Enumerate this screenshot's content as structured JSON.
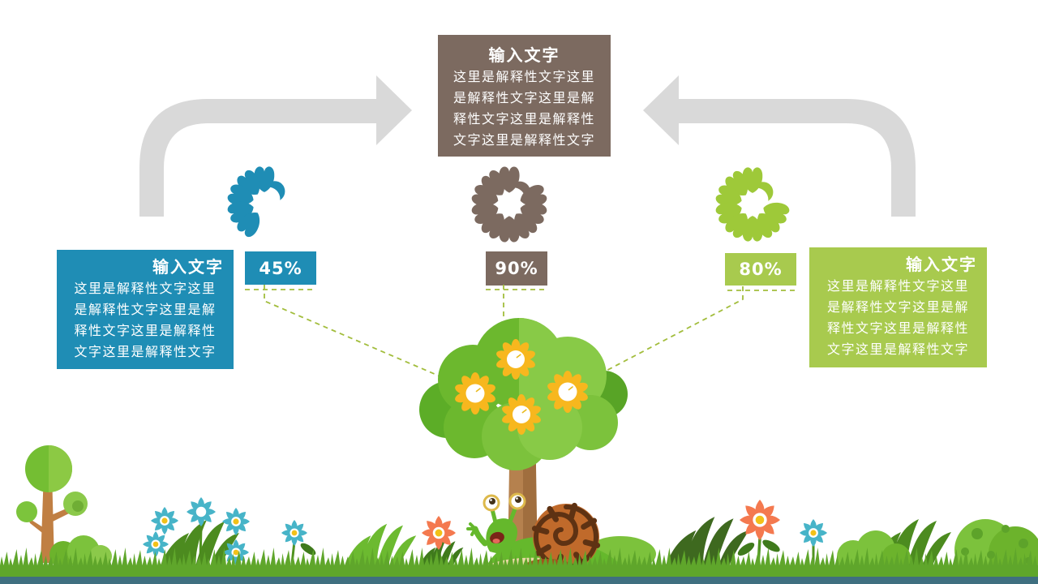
{
  "boxes": {
    "top": {
      "title": "输入文字",
      "bg": "#7C6A60",
      "lines": [
        "这里是解释性文字这里",
        "是解释性文字这里是解",
        "释性文字这里是解释性",
        "文字这里是解释性文字"
      ]
    },
    "left": {
      "title": "输入文字",
      "bg": "#1F8DB5",
      "lines": [
        "这里是解释性文字这里",
        "是解释性文字这里是解",
        "释性文字这里是解释性",
        "文字这里是解释性文字"
      ]
    },
    "right": {
      "title": "输入文字",
      "bg": "#A8CA4E",
      "lines": [
        "这里是解释性文字这里",
        "是解释性文字这里是解",
        "释性文字这里是解释性",
        "文字这里是解释性文字"
      ]
    }
  },
  "metrics": [
    {
      "position": "left",
      "value": "45%",
      "pct": 45,
      "color": "#1F8DB5",
      "icon": "flower-gauge-icon"
    },
    {
      "position": "center",
      "value": "90%",
      "pct": 90,
      "color": "#7C6A60",
      "icon": "flower-gauge-icon"
    },
    {
      "position": "right",
      "value": "80%",
      "pct": 80,
      "color": "#9EC939",
      "icon": "flower-gauge-icon"
    }
  ],
  "icons": {
    "arrow_left": "elbow-arrow-pointing-right",
    "arrow_right": "elbow-arrow-pointing-left",
    "scene": [
      "tree-with-flowers",
      "snail",
      "small-tree",
      "grass",
      "star-flowers",
      "bushes"
    ]
  },
  "colors": {
    "arrow": "#D9D9D9",
    "connector_dash": "#A2BD3C",
    "grass": "#5FA62B",
    "ground_bar": "#3F6F80",
    "teal_flower": "#47B4C8",
    "orange_flower": "#F4794F",
    "daisy": "#F7B71E"
  }
}
